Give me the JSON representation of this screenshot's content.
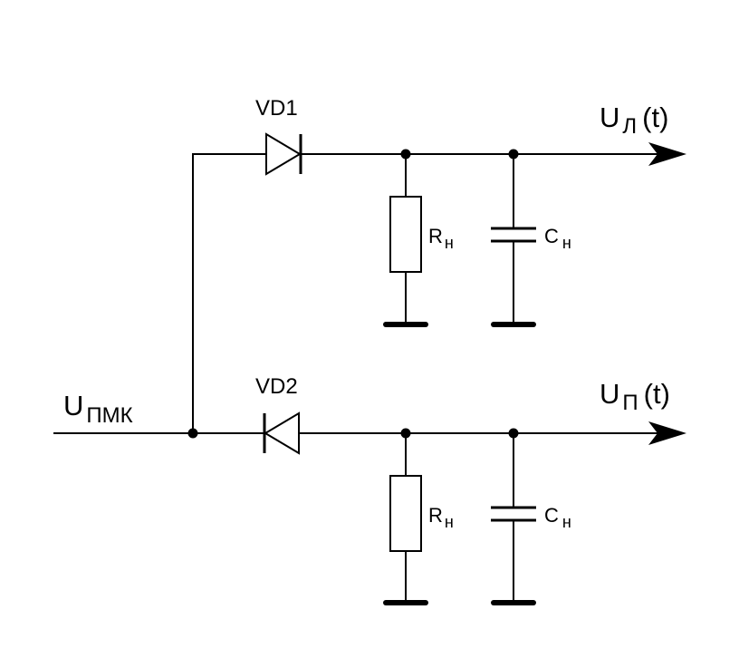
{
  "diagram": {
    "input": {
      "main": "U",
      "sub": "ПМК"
    },
    "diodes": {
      "top": "VD1",
      "bottom": "VD2"
    },
    "outputs": {
      "top": {
        "main": "U",
        "sub": "Л",
        "arg": "(t)"
      },
      "bottom": {
        "main": "U",
        "sub": "П",
        "arg": "(t)"
      }
    },
    "resistor": {
      "main": "R",
      "sub": "н"
    },
    "capacitor": {
      "main": "C",
      "sub": "н"
    }
  }
}
